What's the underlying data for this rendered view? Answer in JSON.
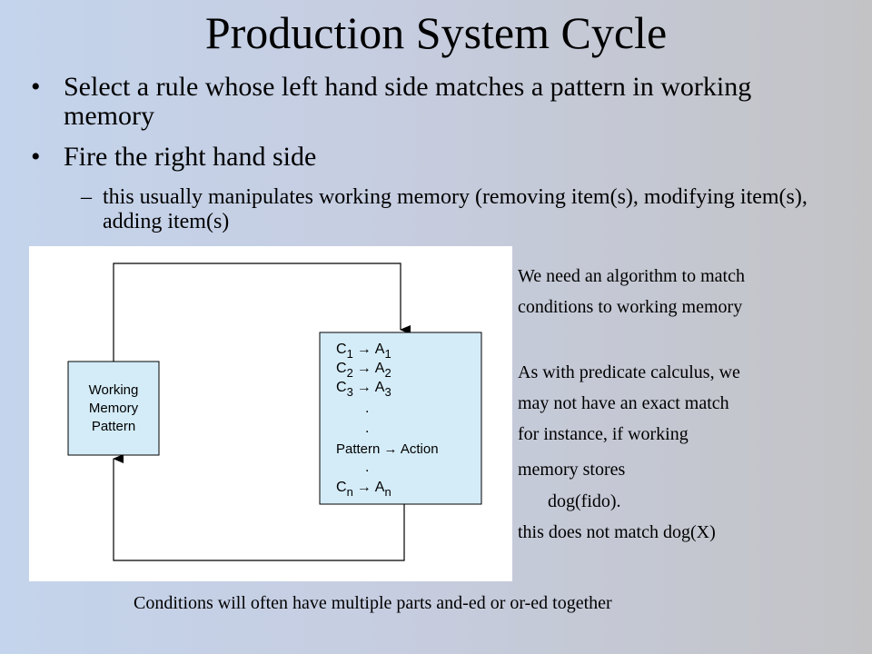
{
  "slide": {
    "title": "Production System Cycle",
    "bullets": [
      "Select a rule whose left hand side matches a pattern in working memory",
      "Fire the right hand side"
    ],
    "sub_bullet": "this usually manipulates working memory (removing item(s), modifying item(s), adding item(s)",
    "diagram": {
      "left_box": [
        "Working",
        "Memory",
        "Pattern"
      ],
      "rules": {
        "c": "C",
        "a": "A",
        "arrow": "→",
        "subs": [
          "1",
          "2",
          "3"
        ],
        "dot": ".",
        "pattern_action": "Pattern → Action",
        "sub_n": "n"
      }
    },
    "side_notes": [
      "We need an algorithm to match",
      "conditions to working memory",
      "As with predicate calculus, we",
      "may not have an exact match",
      "for instance, if working",
      "memory stores",
      "dog(fido).",
      "this does not match dog(X)"
    ],
    "footer": "Conditions will often have multiple parts and-ed or or-ed together"
  }
}
